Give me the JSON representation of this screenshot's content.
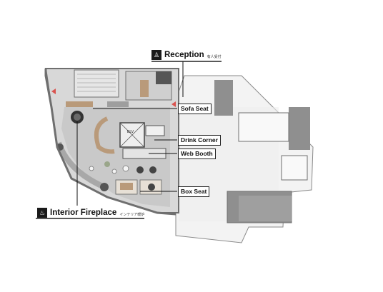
{
  "labels": {
    "reception": {
      "en": "Reception",
      "jp": "有人受付",
      "icon": "reception-icon"
    },
    "interior_fireplace": {
      "en": "Interior Fireplace",
      "jp": "インテリア暖炉",
      "icon": "fire-icon"
    },
    "sofa_seat": "Sofa Seat",
    "drink_corner": "Drink Corner",
    "web_booth": "Web Booth",
    "box_seat": "Box Seat",
    "elevator": "ELV"
  },
  "colors": {
    "floor_grey": "#d9d9d9",
    "floor_light": "#f2f2f2",
    "wall": "#6f6f6f",
    "dark_block": "#555555",
    "accent_marker": "#d9534f",
    "wood": "#b99a7a"
  }
}
